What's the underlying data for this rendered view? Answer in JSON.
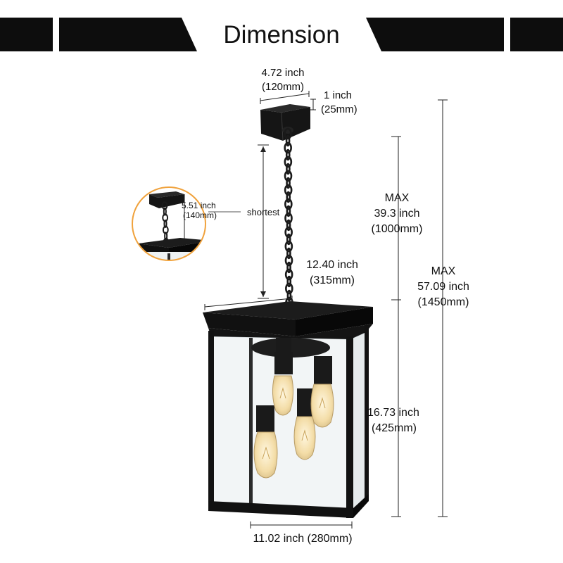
{
  "title": "Dimension",
  "colors": {
    "fixture": "#161616",
    "accent_circle": "#f0a23c",
    "line": "#222222",
    "glass": "#eef2f3",
    "bulb": "#f6e3b4"
  },
  "canopy_width": {
    "inch": "4.72 inch",
    "mm": "(120mm)"
  },
  "canopy_height": {
    "inch": "1 inch",
    "mm": "(25mm)"
  },
  "shortest_inset": {
    "inch": "5.51 inch",
    "mm": "(140mm)",
    "label": "shortest"
  },
  "chain_max": {
    "max": "MAX",
    "inch": "39.3 inch",
    "mm": "(1000mm)"
  },
  "total_max": {
    "max": "MAX",
    "inch": "57.09 inch",
    "mm": "(1450mm)"
  },
  "top_width": {
    "inch": "12.40 inch",
    "mm": "(315mm)"
  },
  "body_height": {
    "inch": "16.73 inch",
    "mm": "(425mm)"
  },
  "bottom_width": {
    "text": "11.02 inch (280mm)"
  }
}
